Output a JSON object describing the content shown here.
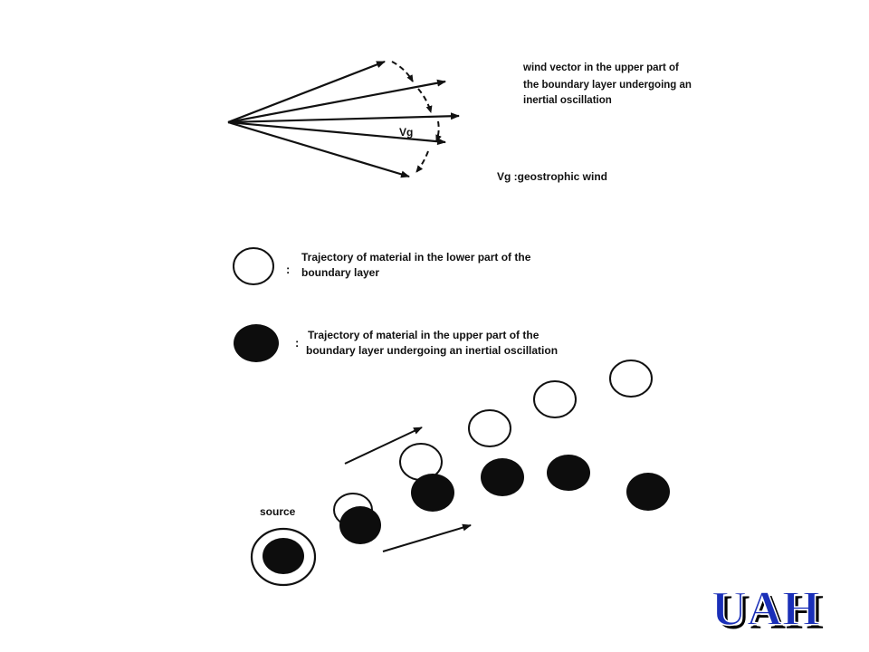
{
  "wind_diagram": {
    "upper_label_line1": "wind vector in the upper part of",
    "upper_label_line2": "the boundary layer undergoing an",
    "upper_label_line3": "inertial oscillation",
    "vg_vector_label": "Vg",
    "geostrophic_label": "Vg :geostrophic wind"
  },
  "legend": {
    "open_circle_line1": "Trajectory of material in the lower part of the",
    "open_circle_line2": "boundary layer",
    "filled_circle_line1": "Trajectory of material in the upper part of the",
    "filled_circle_line2": "boundary layer undergoing an inertial oscillation",
    "separator": ":"
  },
  "trajectory": {
    "source_label": "source",
    "open_circle_count": 5,
    "filled_circle_count": 6
  },
  "logo": {
    "text": "UAH",
    "color": "#1a2fb8"
  },
  "colors": {
    "ink": "#111111",
    "background": "#ffffff"
  }
}
